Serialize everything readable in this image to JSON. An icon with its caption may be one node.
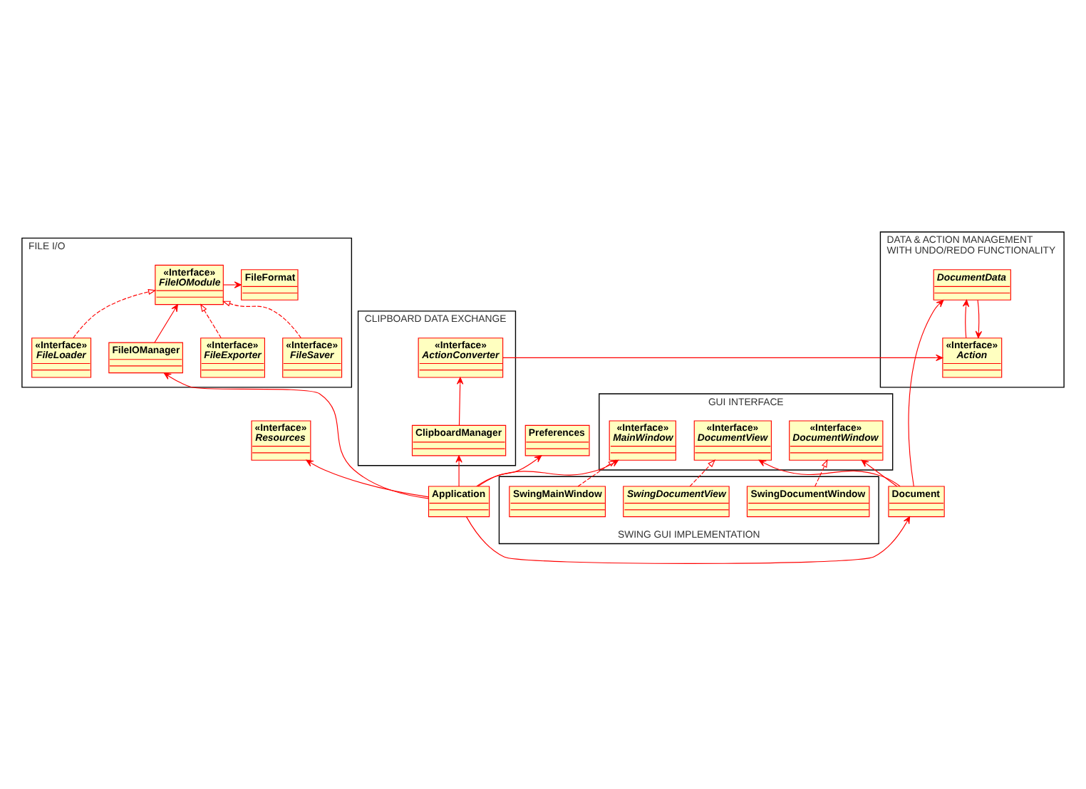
{
  "diagram": {
    "nodes": [
      {
        "text": [
          "CLIPBOARD DATA EXCHANGE"
        ]
      },
      {
        "text": [
          "«Interface»",
          "ActionConverter"
        ],
        "in": 0
      },
      {
        "text": [
          "ClipboardManager"
        ],
        "in": 0
      },
      {
        "text": [
          "DATA & ACTION MANAGEMENT WITH UNDO/REDO FUNCTIONALITY"
        ]
      },
      {
        "text": [
          "«Interface»",
          "Action"
        ],
        "in": 3
      },
      {
        "text": [
          "DocumentData"
        ],
        "in": 3
      },
      {
        "text": [
          "Preferences"
        ]
      },
      {
        "text": [
          "Application"
        ]
      },
      {
        "text": [
          "Document"
        ]
      },
      {
        "text": [
          "«Interface»",
          "Resources"
        ]
      },
      {
        "text": [
          "FILE I/O"
        ]
      },
      {
        "text": [
          "FileIOManager"
        ],
        "in": 10
      },
      {
        "text": [
          "FileFormat"
        ],
        "in": 10
      },
      {
        "text": [
          "«Interface»",
          "FileIOModule"
        ],
        "in": 10
      },
      {
        "text": [
          "«Interface»",
          "FileLoader"
        ],
        "in": 10
      },
      {
        "text": [
          "«Interface»",
          "FileSaver"
        ],
        "in": 10
      },
      {
        "text": [
          "«Interface»",
          "FileExporter"
        ],
        "in": 10
      },
      {
        "text": [
          "GUI INTERFACE"
        ]
      },
      {
        "text": [
          "«Interface»",
          "MainWindow"
        ],
        "in": 17
      },
      {
        "text": [
          "«Interface»",
          "DocumentView"
        ],
        "in": 17
      },
      {
        "text": [
          "«Interface»",
          "DocumentWindow"
        ],
        "in": 17
      },
      {
        "text": [
          "SWING GUI IMPLEMENTATION"
        ]
      },
      {
        "text": [
          "SwingMainWindow"
        ],
        "in": 21
      },
      {
        "text": [
          "SwingDocumentView"
        ],
        "in": 21
      },
      {
        "text": [
          "SwingDocumentWindow"
        ],
        "in": 21
      }
    ],
    "edges": [
      {
        "from": 2,
        "to": 1,
        "arrow": "to"
      },
      {
        "from": 7,
        "to": 2,
        "arrow": "to"
      },
      {
        "from": 1,
        "to": 4,
        "arrow": "to"
      },
      {
        "from": 4,
        "to": 5,
        "arrow": "to"
      },
      {
        "from": 5,
        "to": 4,
        "arrow": "to"
      },
      {
        "from": 8,
        "to": 5,
        "arrow": "to"
      },
      {
        "from": 7,
        "to": 6,
        "arrow": "to"
      },
      {
        "from": 7,
        "to": 9,
        "arrow": "to"
      },
      {
        "from": 7,
        "to": 8,
        "arrow": "to"
      },
      {
        "from": 7,
        "to": 11,
        "arrow": "to"
      },
      {
        "from": 7,
        "to": 18,
        "arrow": "to"
      },
      {
        "from": 8,
        "to": 19,
        "arrow": "to"
      },
      {
        "from": 8,
        "to": 20,
        "arrow": "to"
      },
      {
        "from": 11,
        "to": 13,
        "arrow": "to"
      },
      {
        "from": 13,
        "to": 12,
        "arrow": "to"
      },
      {
        "from": 14,
        "to": 13,
        "arrow": "to",
        "style": "dashed"
      },
      {
        "from": 15,
        "to": 13,
        "arrow": "to",
        "style": "dashed"
      },
      {
        "from": 16,
        "to": 13,
        "arrow": "to",
        "style": "dashed"
      },
      {
        "from": 22,
        "to": 18,
        "arrow": "to",
        "style": "dashed"
      },
      {
        "from": 23,
        "to": 19,
        "arrow": "to",
        "style": "dashed"
      },
      {
        "from": 24,
        "to": 20,
        "arrow": "to",
        "style": "dashed"
      }
    ]
  }
}
